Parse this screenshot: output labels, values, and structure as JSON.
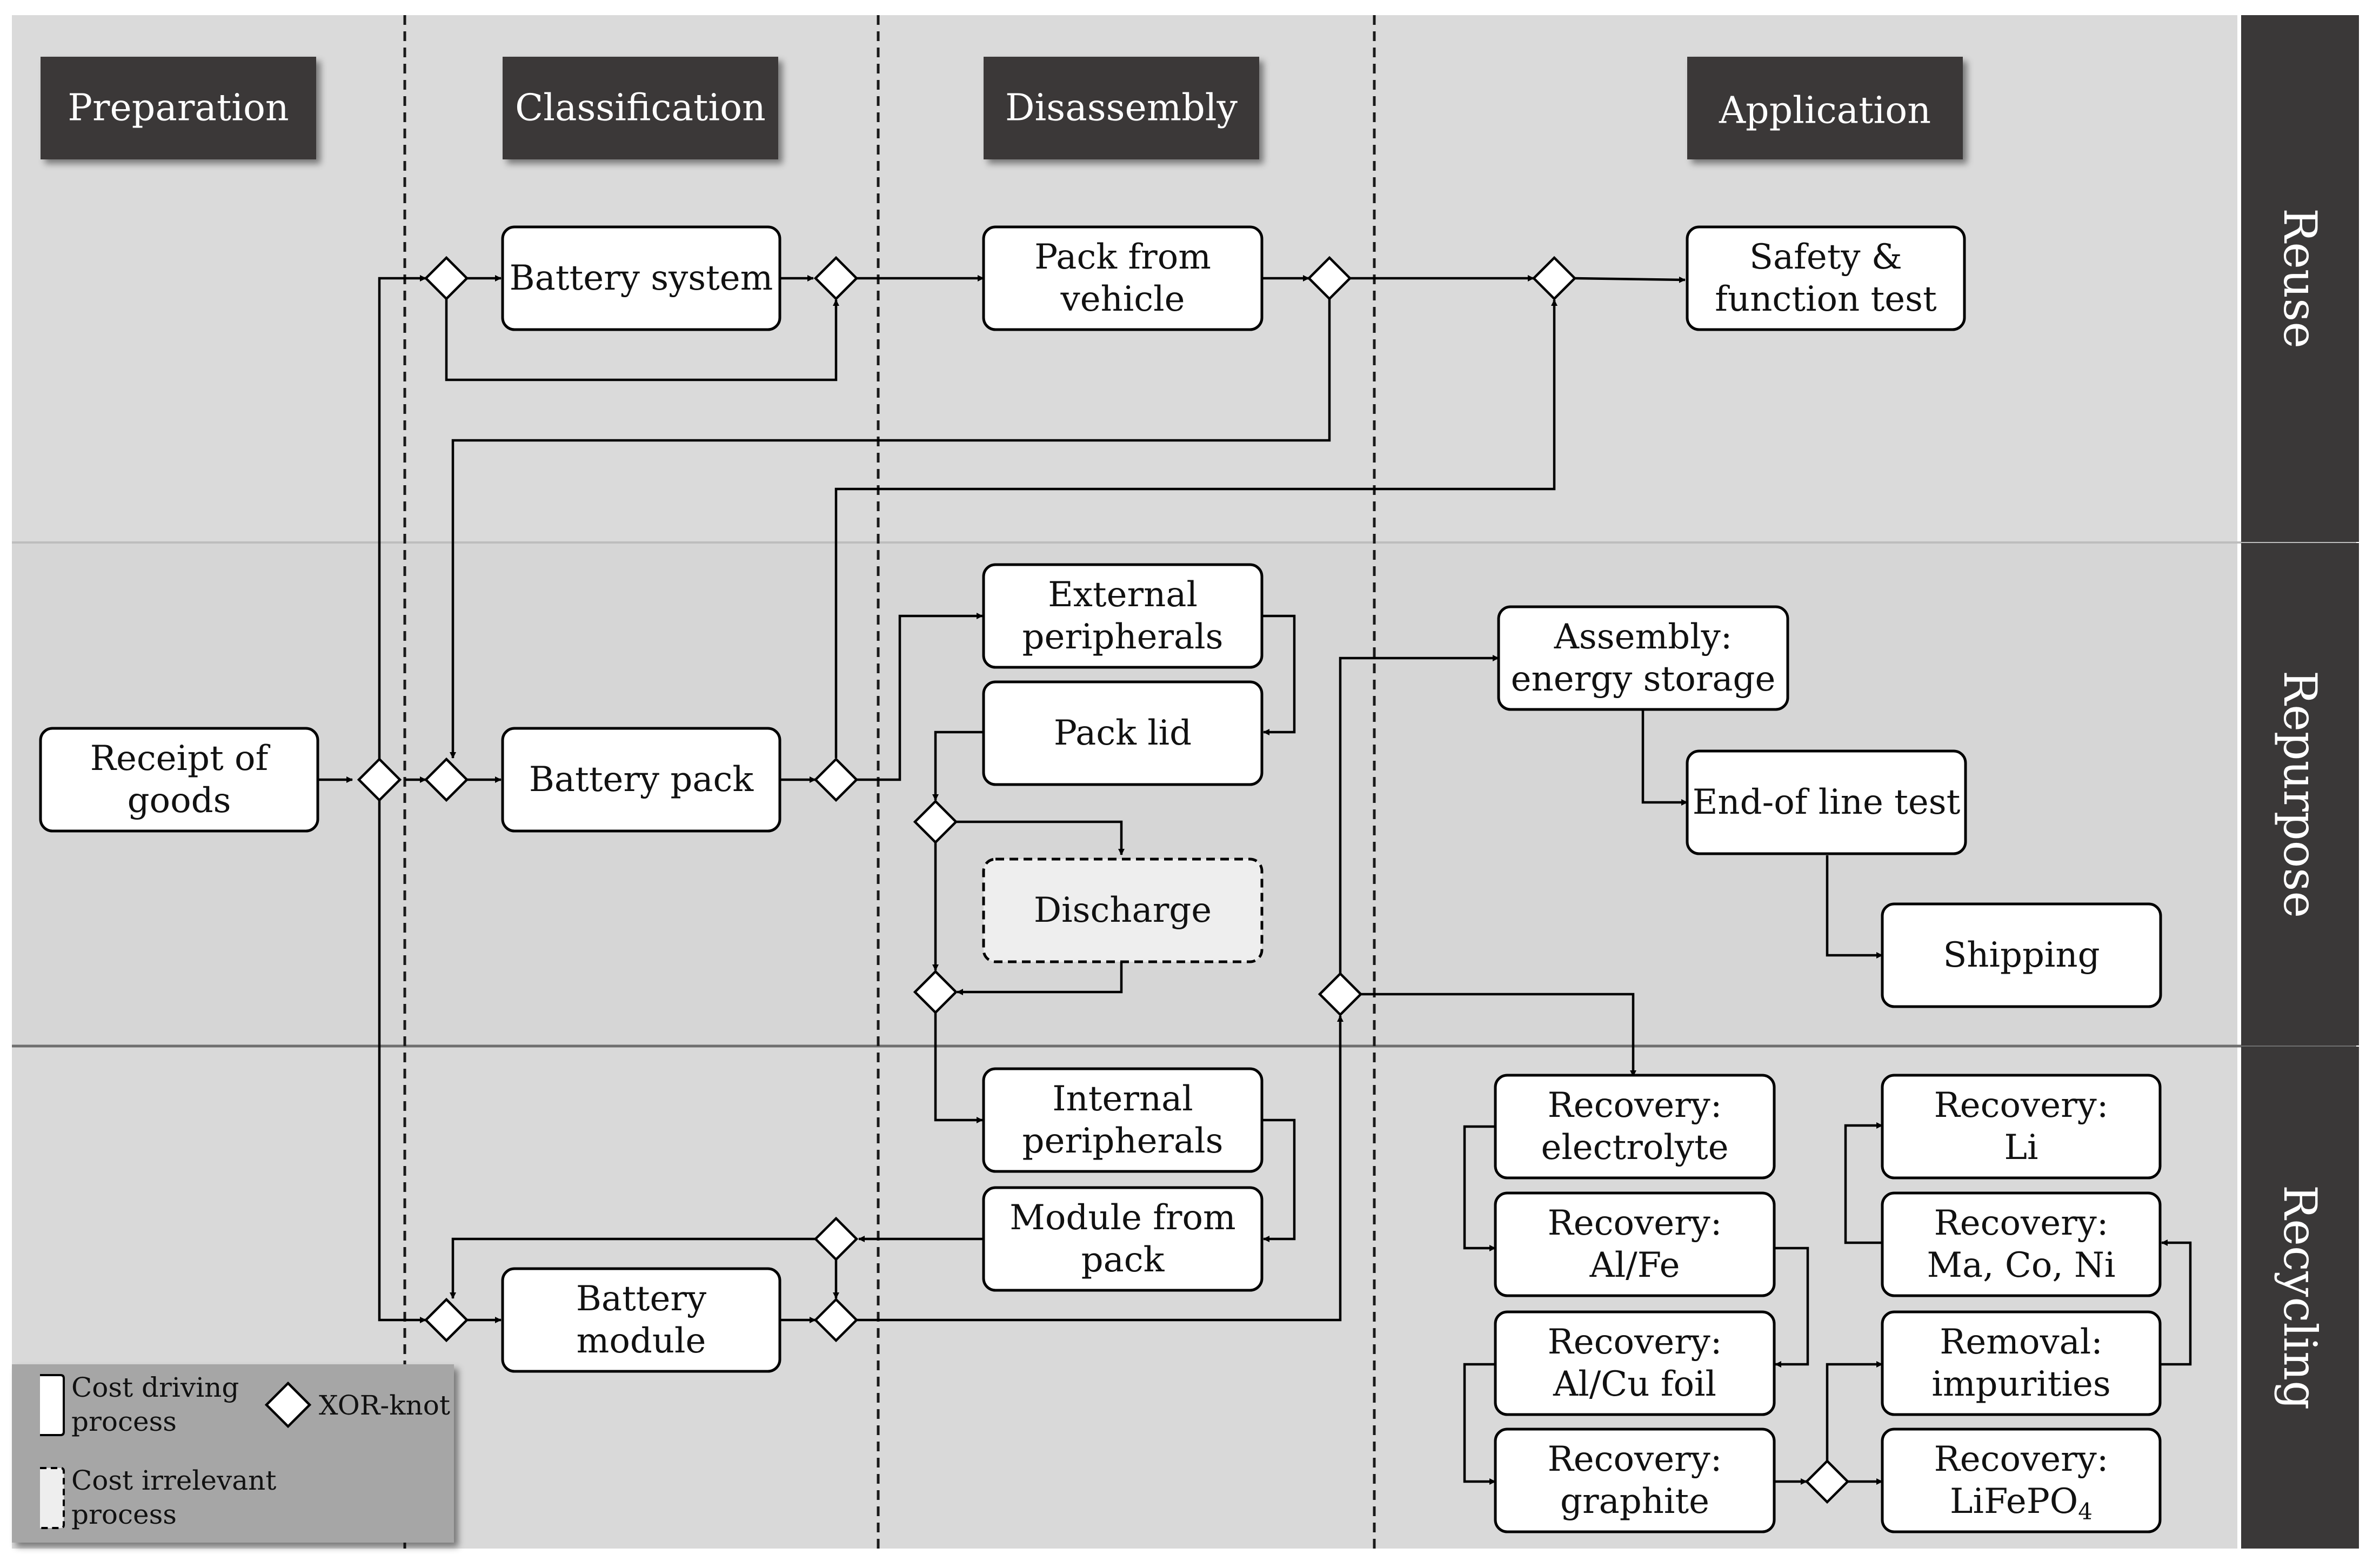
{
  "stages": [
    {
      "id": "preparation",
      "label": "Preparation"
    },
    {
      "id": "classification",
      "label": "Classification"
    },
    {
      "id": "disassembly",
      "label": "Disassembly"
    },
    {
      "id": "application",
      "label": "Application"
    }
  ],
  "lanes": [
    {
      "id": "reuse",
      "label": "Reuse"
    },
    {
      "id": "repurpose",
      "label": "Repurpose"
    },
    {
      "id": "recycling",
      "label": "Recycling"
    }
  ],
  "nodes": {
    "receipt_of_goods": {
      "lines": [
        "Receipt of",
        "goods"
      ],
      "kind": "cost-driving"
    },
    "battery_system": {
      "lines": [
        "Battery system"
      ],
      "kind": "cost-driving"
    },
    "battery_pack": {
      "lines": [
        "Battery pack"
      ],
      "kind": "cost-driving"
    },
    "battery_module": {
      "lines": [
        "Battery",
        "module"
      ],
      "kind": "cost-driving"
    },
    "pack_from_vehicle": {
      "lines": [
        "Pack from",
        "vehicle"
      ],
      "kind": "cost-driving"
    },
    "external_peripherals": {
      "lines": [
        "External",
        "peripherals"
      ],
      "kind": "cost-driving"
    },
    "pack_lid": {
      "lines": [
        "Pack lid"
      ],
      "kind": "cost-driving"
    },
    "discharge": {
      "lines": [
        "Discharge"
      ],
      "kind": "cost-irrelevant"
    },
    "internal_peripherals": {
      "lines": [
        "Internal",
        "peripherals"
      ],
      "kind": "cost-driving"
    },
    "module_from_pack": {
      "lines": [
        "Module from",
        "pack"
      ],
      "kind": "cost-driving"
    },
    "safety_function_test": {
      "lines": [
        "Safety &",
        "function test"
      ],
      "kind": "cost-driving"
    },
    "assembly_energy_storage": {
      "lines": [
        "Assembly:",
        "energy storage"
      ],
      "kind": "cost-driving"
    },
    "end_of_line_test": {
      "lines": [
        "End-of line test"
      ],
      "kind": "cost-driving"
    },
    "shipping": {
      "lines": [
        "Shipping"
      ],
      "kind": "cost-driving"
    },
    "recovery_electrolyte": {
      "lines": [
        "Recovery:",
        "electrolyte"
      ],
      "kind": "cost-driving"
    },
    "recovery_al_fe": {
      "lines": [
        "Recovery:",
        "Al/Fe"
      ],
      "kind": "cost-driving"
    },
    "recovery_al_cu_foil": {
      "lines": [
        "Recovery:",
        "Al/Cu foil"
      ],
      "kind": "cost-driving"
    },
    "recovery_graphite": {
      "lines": [
        "Recovery:",
        "graphite"
      ],
      "kind": "cost-driving"
    },
    "recovery_li": {
      "lines": [
        "Recovery:",
        "Li"
      ],
      "kind": "cost-driving"
    },
    "recovery_ma_co_ni": {
      "lines": [
        "Recovery:",
        "Ma, Co, Ni"
      ],
      "kind": "cost-driving"
    },
    "removal_impurities": {
      "lines": [
        "Removal:",
        "impurities"
      ],
      "kind": "cost-driving"
    },
    "recovery_lifepo4": {
      "lines": [
        "Recovery:",
        "LiFePO"
      ],
      "subscript": "4",
      "kind": "cost-driving"
    }
  },
  "legend": {
    "cost_driving": [
      "Cost driving",
      "process"
    ],
    "cost_irrelevant": [
      "Cost irrelevant",
      "process"
    ],
    "xor_knot": "XOR-knot"
  },
  "colors": {
    "background": "#d9d9d9",
    "header_fill": "#3a3838",
    "lane_label_fill": "#3a3838",
    "node_fill": "#ffffff",
    "discharge_fill": "#eeeeee",
    "legend_fill": "#a6a6a6",
    "line": "#000000"
  }
}
